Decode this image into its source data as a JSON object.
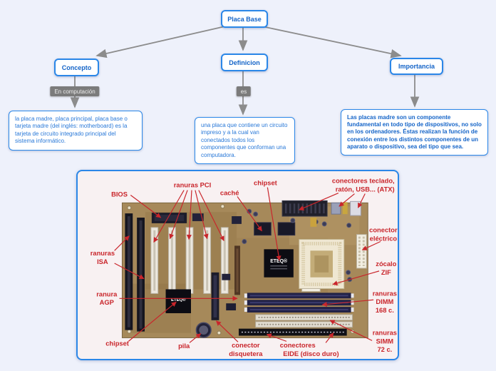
{
  "nodes": {
    "root": "Placa Base",
    "concepto": "Concepto",
    "definicion": "Definicion",
    "importancia": "Importancia"
  },
  "connectors": {
    "concepto": "En computación",
    "definicion": "es"
  },
  "descriptions": {
    "concepto": "la placa madre, placa principal, placa base o tarjeta madre (del inglés: motherboard) es la tarjeta de circuito integrado principal del sistema informático.",
    "definicion": "una placa que contiene un circuito impreso y a la cual van conectados todos los componentes que conforman una computadora.",
    "importancia": "Las placas madre son un componente fundamental en todo tipo de dispositivos, no solo en los ordenadores. Éstas realizan la función de conexión entre los distintos componentes de un aparato o dispositivo, sea del tipo que sea."
  },
  "figure": {
    "chip_text": "ETEQ®",
    "labels": {
      "bios": "BIOS",
      "pci": "ranuras PCI",
      "cache": "caché",
      "chipset_top": "chipset",
      "atx1": "conectores teclado,",
      "atx2": "ratón, USB... (ATX)",
      "power1": "conector",
      "power2": "eléctrico",
      "zif1": "zócalo",
      "zif2": "ZIF",
      "dimm1": "ranuras",
      "dimm2": "DIMM",
      "dimm3": "168 c.",
      "simm1": "ranuras",
      "simm2": "SIMM",
      "simm3": "72 c.",
      "eide1": "conectores",
      "eide2": "EIDE (disco duro)",
      "floppy1": "conector",
      "floppy2": "disquetera",
      "pila": "pila",
      "chipset_bottom": "chipset",
      "agp1": "ranura",
      "agp2": "AGP",
      "isa1": "ranuras",
      "isa2": "ISA"
    }
  },
  "colors": {
    "accent_blue": "#2b87e8",
    "node_text": "#1464c8",
    "label_red": "#c9252b",
    "connector_gray": "#8c8c8c",
    "background": "#eef1fb"
  }
}
